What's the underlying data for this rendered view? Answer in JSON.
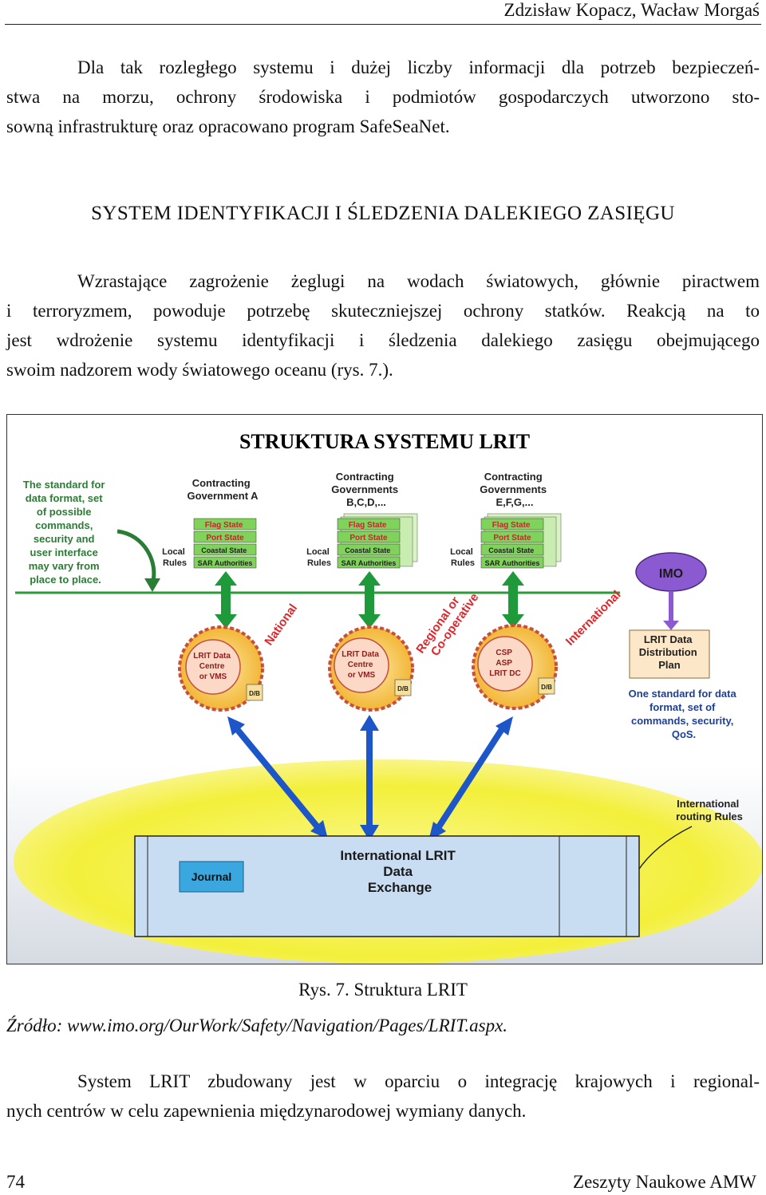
{
  "header": {
    "authors": "Zdzisław Kopacz, Wacław Morgaś"
  },
  "intro": {
    "lines": [
      "Dla tak rozległego systemu i dużej liczby informacji dla potrzeb bezpieczeń-",
      "stwa na morzu, ochrony środowiska i podmiotów gospodarczych utworzono sto-",
      "sowną infrastrukturę oraz opracowano program SafeSeaNet."
    ]
  },
  "section": {
    "title": "SYSTEM IDENTYFIKACJI I ŚLEDZENIA DALEKIEGO ZASIĘGU"
  },
  "body1": {
    "lines": [
      "Wzrastające zagrożenie żeglugi na wodach światowych, głównie piractwem",
      "i terroryzmem, powoduje potrzebę skuteczniejszej ochrony statków. Reakcją na to",
      "jest wdrożenie systemu identyfikacji i śledzenia dalekiego zasięgu obejmującego",
      "swoim nadzorem wody światowego oceanu (rys. 7.)."
    ]
  },
  "figure": {
    "title": "STRUKTURA SYSTEMU LRIT",
    "standard_note": [
      "The standard for",
      "data format, set",
      "of possible",
      "commands,",
      "security and",
      "user interface",
      "may vary from",
      "place to place."
    ],
    "gov_a": [
      "Contracting",
      "Government A"
    ],
    "gov_b": [
      "Contracting",
      "Governments",
      "B,C,D,..."
    ],
    "gov_c": [
      "Contracting",
      "Governments",
      "E,F,G,..."
    ],
    "roles": [
      "Flag State",
      "Port State",
      "Coastal State",
      "SAR Authorities"
    ],
    "local_rules": [
      "Local",
      "Rules"
    ],
    "imo": "IMO",
    "plan": [
      "LRIT Data",
      "Distribution",
      "Plan"
    ],
    "national": "National",
    "regional": [
      "Regional or",
      "Co-operative"
    ],
    "international": "International",
    "centre_1": [
      "LRIT Data",
      "Centre",
      "or VMS"
    ],
    "centre_2": [
      "LRIT Data",
      "Centre",
      "or VMS"
    ],
    "centre_3": [
      "CSP",
      "ASP",
      "LRIT DC"
    ],
    "db_1": "D/B",
    "db_2": "D/B",
    "db_3": "D/B",
    "one_standard": [
      "One standard for data",
      "format, set of",
      "commands, security,",
      "QoS."
    ],
    "intl_routing": [
      "International",
      "routing Rules"
    ],
    "journal": "Journal",
    "exchange": [
      "International LRIT",
      "Data",
      "Exchange"
    ],
    "colors": {
      "green_line": "#2e9a3a",
      "arrow_green": "#1f9a3a",
      "arrow_blue": "#1d56c8",
      "purple": "#8c5ad0",
      "yellow": "#f4f03a",
      "exchange_blue": "#c8dcf2",
      "journal_blue": "#3aa7de"
    }
  },
  "caption": "Rys. 7. Struktura LRIT",
  "source": "Źródło: www.imo.org/OurWork/Safety/Navigation/Pages/LRIT.aspx.",
  "body2": {
    "lines": [
      "System LRIT zbudowany jest w oparciu o integrację krajowych i regional-",
      "nych centrów w celu zapewnienia międzynarodowej wymiany danych."
    ]
  },
  "footer": {
    "page": "74",
    "journal": "Zeszyty Naukowe AMW"
  }
}
